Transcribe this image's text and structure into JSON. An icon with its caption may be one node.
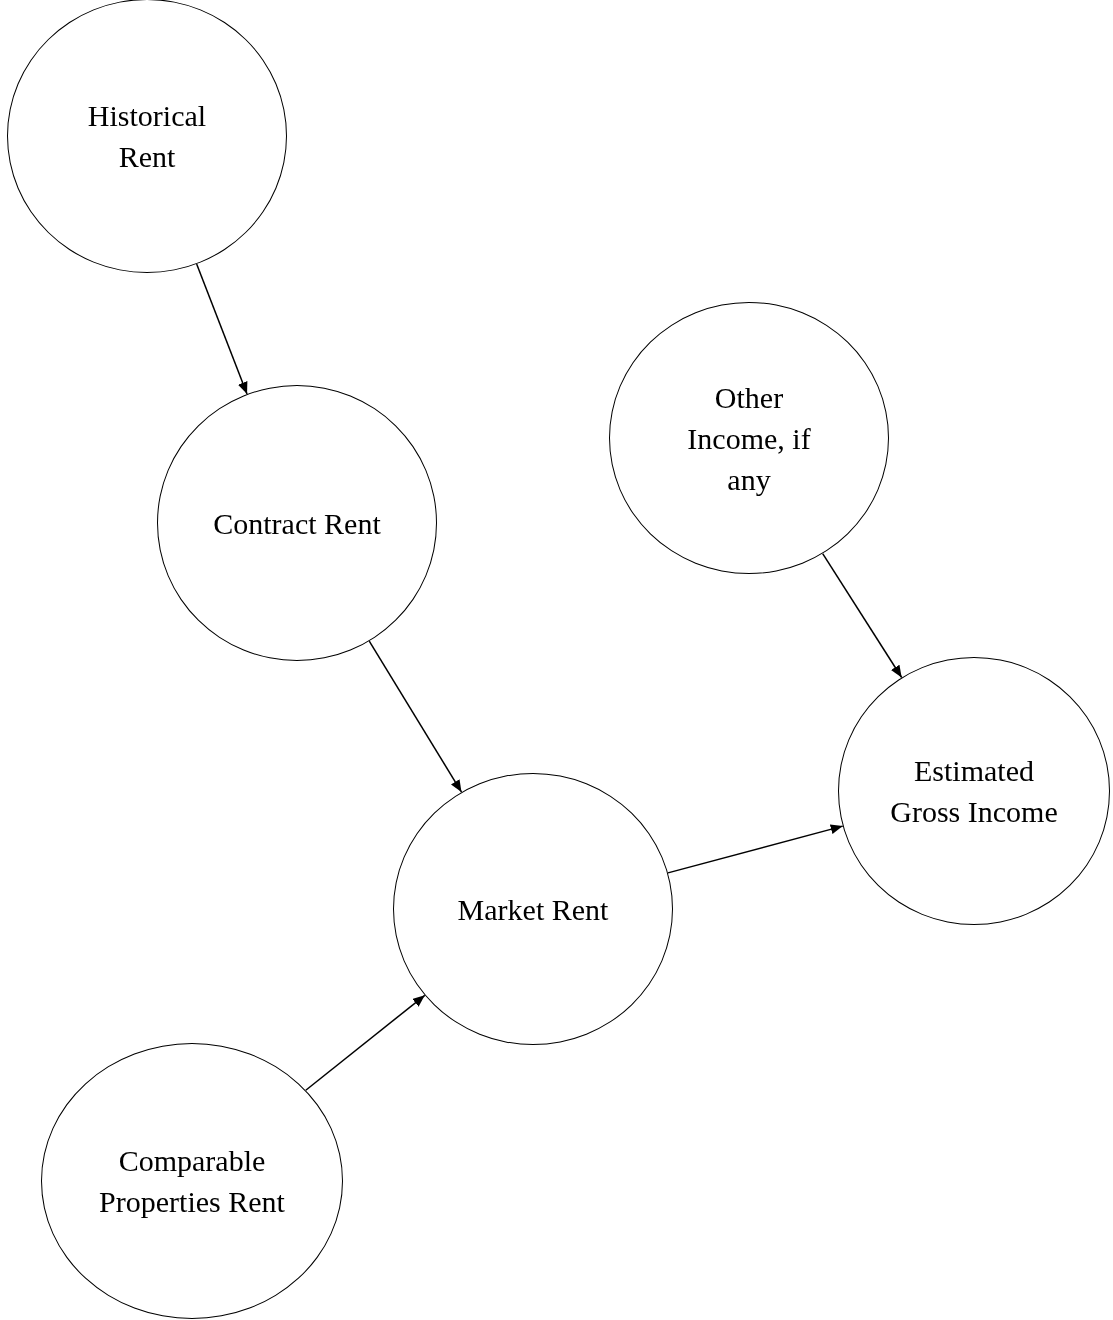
{
  "diagram": {
    "nodes": [
      {
        "text": [
          "Historical Rent"
        ]
      },
      {
        "text": [
          "Other Income, if any"
        ]
      },
      {
        "text": [
          "Contract Rent"
        ]
      },
      {
        "text": [
          "Estimated Gross Income"
        ]
      },
      {
        "text": [
          "Market Rent"
        ]
      },
      {
        "text": [
          "Comparable Properties Rent"
        ]
      }
    ],
    "edges": [
      {
        "from": 0,
        "to": 2,
        "arrow": "to"
      },
      {
        "from": 2,
        "to": 4,
        "arrow": "to"
      },
      {
        "from": 1,
        "to": 3,
        "arrow": "to"
      },
      {
        "from": 4,
        "to": 3,
        "arrow": "to"
      },
      {
        "from": 5,
        "to": 4,
        "arrow": "to"
      }
    ]
  }
}
